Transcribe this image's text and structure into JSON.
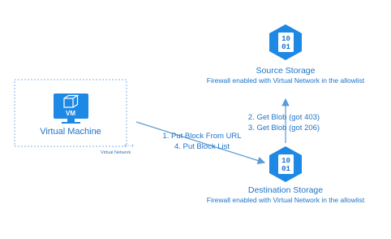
{
  "source_storage": {
    "icon": "storage-blob-icon",
    "icon_text": [
      "10",
      "01"
    ],
    "title": "Source Storage",
    "subtitle": "Firewall enabled with Virtual Network in the allowlist"
  },
  "destination_storage": {
    "icon": "storage-blob-icon",
    "icon_text": [
      "10",
      "01"
    ],
    "title": "Destination Storage",
    "subtitle": "Firewall enabled with Virtual Network in the allowlist"
  },
  "virtual_machine": {
    "icon": "virtual-machine-icon",
    "tag": "VM",
    "title": "Virtual Machine"
  },
  "virtual_network": {
    "icon": "vnet-icon",
    "label": "Virtual Network"
  },
  "steps_vm_to_destination": [
    "1. Put Block From URL",
    "4. Put Block List"
  ],
  "steps_destination_to_source": [
    "2. Get Blob (got 403)",
    "3. Get Blob (got 206)"
  ],
  "colors": {
    "accent": "#1f73c8",
    "hex_fill": "#1e88e5",
    "dashed_border": "#7fb3e8",
    "arrow": "#5a9bd8"
  }
}
